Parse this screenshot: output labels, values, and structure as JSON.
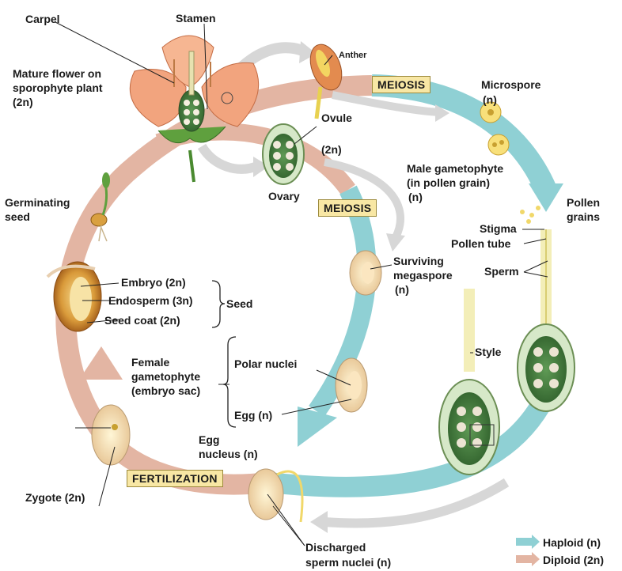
{
  "labels": {
    "carpel": "Carpel",
    "stamen": "Stamen",
    "mature_flower_1": "Mature flower on",
    "mature_flower_2": "sporophyte plant",
    "mature_flower_3": "(2n)",
    "anther": "Anther",
    "ovule": "Ovule",
    "ovule_ploidy": "(2n)",
    "ovary": "Ovary",
    "microspore_1": "Microspore",
    "microspore_2": "(n)",
    "male_gametophyte_1": "Male gametophyte",
    "male_gametophyte_2": "(in pollen grain)",
    "male_gametophyte_3": "(n)",
    "pollen_grains_1": "Pollen",
    "pollen_grains_2": "grains",
    "germinating_seed_1": "Germinating",
    "germinating_seed_2": "seed",
    "stigma": "Stigma",
    "pollen_tube": "Pollen tube",
    "sperm": "Sperm",
    "surviving_megaspore_1": "Surviving",
    "surviving_megaspore_2": "megaspore",
    "surviving_megaspore_3": "(n)",
    "embryo": "Embryo (2n)",
    "endosperm": "Endosperm (3n)",
    "seed_coat": "Seed coat (2n)",
    "seed": "Seed",
    "style": "Style",
    "female_gametophyte_1": "Female",
    "female_gametophyte_2": "gametophyte",
    "female_gametophyte_3": "(embryo sac)",
    "polar_nuclei": "Polar nuclei",
    "egg": "Egg (n)",
    "egg_nucleus_1": "Egg",
    "egg_nucleus_2": "nucleus (n)",
    "zygote": "Zygote (2n)",
    "discharged_1": "Discharged",
    "discharged_2": "sperm nuclei (n)"
  },
  "stage_boxes": {
    "meiosis_top": "MEIOSIS",
    "meiosis_mid": "MEIOSIS",
    "fertilization": "FERTILIZATION"
  },
  "key": {
    "haploid": "Haploid (n)",
    "diploid": "Diploid (2n)",
    "haploid_color": "#8fd0d4",
    "diploid_color": "#e3b5a3"
  }
}
